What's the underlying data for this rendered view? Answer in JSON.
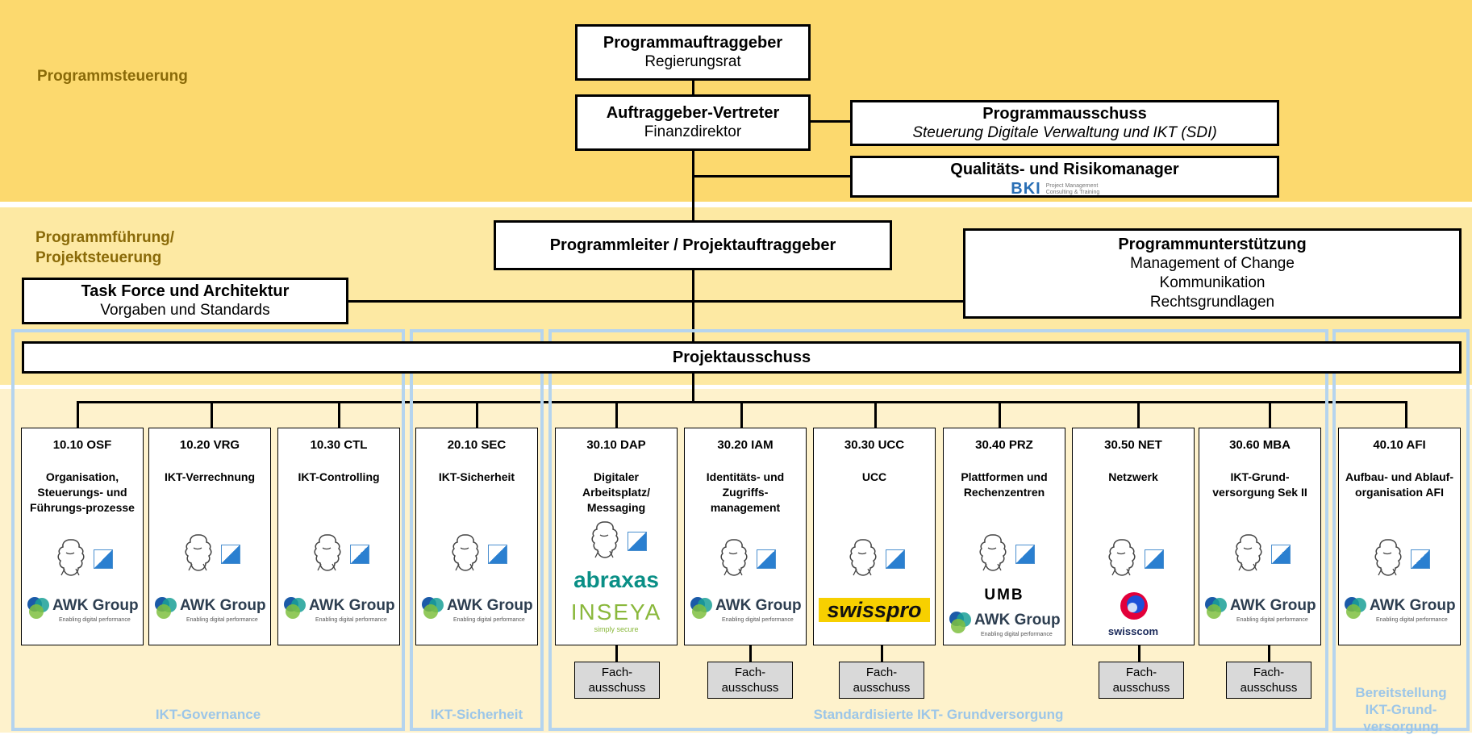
{
  "bands": {
    "steuerung_label": "Programmsteuerung",
    "fuehrung_label": "Programmführung/ Projektsteuerung"
  },
  "top": {
    "auftraggeber_title": "Programmauftraggeber",
    "auftraggeber_sub": "Regierungsrat",
    "vertreter_title": "Auftraggeber-Vertreter",
    "vertreter_sub": "Finanzdirektor",
    "ausschuss_title": "Programmausschuss",
    "ausschuss_sub": "Steuerung Digitale Verwaltung und IKT (SDI)",
    "qrm_title": "Qualitäts- und Risikomanager",
    "bki_logo": "BKI",
    "bki_tagline": "Project Management Consulting & Training"
  },
  "mid": {
    "leiter_title": "Programmleiter / Projektauftraggeber",
    "support_title": "Programmunterstützung",
    "support_items": [
      "Management of Change",
      "Kommunikation",
      "Rechtsgrundlagen"
    ],
    "taskforce_title": "Task Force und Architektur",
    "taskforce_sub": "Vorgaben und Standards",
    "projektausschuss": "Projektausschuss"
  },
  "projects": [
    {
      "code": "10.10 OSF",
      "title": "Organisation, Steuerungs- und Führungs-prozesse",
      "logos": [
        "zurich-lion",
        "awk-group"
      ]
    },
    {
      "code": "10.20 VRG",
      "title": "IKT-Verrechnung",
      "logos": [
        "zurich-lion",
        "awk-group"
      ]
    },
    {
      "code": "10.30 CTL",
      "title": "IKT-Controlling",
      "logos": [
        "zurich-lion",
        "awk-group"
      ]
    },
    {
      "code": "20.10 SEC",
      "title": "IKT-Sicherheit",
      "logos": [
        "zurich-lion",
        "awk-group"
      ]
    },
    {
      "code": "30.10 DAP",
      "title": "Digitaler Arbeitsplatz/ Messaging",
      "logos": [
        "zurich-lion",
        "abraxas",
        "inseya"
      ]
    },
    {
      "code": "30.20 IAM",
      "title": "Identitäts- und Zugriffs-management",
      "logos": [
        "zurich-lion",
        "awk-group"
      ]
    },
    {
      "code": "30.30 UCC",
      "title": "UCC",
      "logos": [
        "zurich-lion",
        "swisspro"
      ]
    },
    {
      "code": "30.40 PRZ",
      "title": "Plattformen und Rechenzentren",
      "logos": [
        "zurich-lion",
        "umb",
        "awk-group"
      ]
    },
    {
      "code": "30.50 NET",
      "title": "Netzwerk",
      "logos": [
        "zurich-lion",
        "swisscom"
      ]
    },
    {
      "code": "30.60 MBA",
      "title": "IKT-Grund-versorgung Sek II",
      "logos": [
        "zurich-lion",
        "awk-group"
      ]
    },
    {
      "code": "40.10 AFI",
      "title": "Aufbau- und Ablauf-organisation AFI",
      "logos": [
        "zurich-lion",
        "awk-group"
      ]
    }
  ],
  "logo_text": {
    "awk_name": "AWK Group",
    "awk_tagline": "Enabling digital performance",
    "abraxas": "abraxas",
    "inseya": "INSEYA",
    "inseya_tagline": "simply secure",
    "swisspro": "swisspro",
    "umb": "UMB",
    "swisscom": "swisscom"
  },
  "fachausschuss_label": "Fach-ausschuss",
  "groups": {
    "governance": "IKT-Governance",
    "sicherheit": "IKT-Sicherheit",
    "grundversorgung": "Standardisierte IKT- Grundversorgung",
    "bereitstellung": "Bereitstellung IKT-Grund-versorgung"
  },
  "colors": {
    "band_steuerung": "#fcd96e",
    "band_fuehrung": "#fde9a3",
    "band_projects": "#fef2cc",
    "band_label": "#8a6a08",
    "group_border": "#b5d4ee",
    "group_label": "#9cc6e8",
    "fach_bg": "#d9d9d9"
  }
}
